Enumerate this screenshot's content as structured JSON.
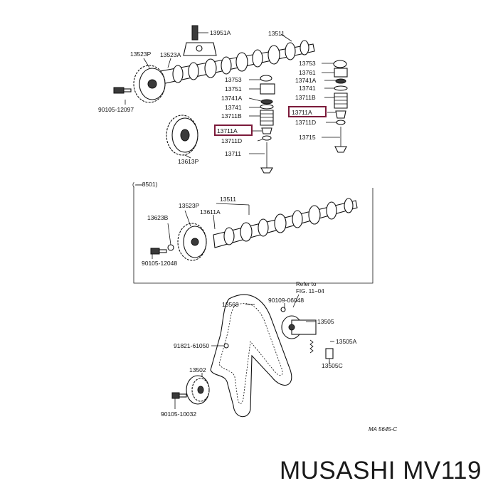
{
  "labels": {
    "l13951a": "13951A",
    "l13511_top": "13511",
    "l13523p_top": "13523P",
    "l13523a": "13523A",
    "l90105_12097": "90105-12097",
    "l13613p": "13613P",
    "l13753_mid": "13753",
    "l13751": "13751",
    "l13741a_mid": "13741A",
    "l13741_mid": "13741",
    "l13711b_mid": "13711B",
    "l13711a_mid": "13711A",
    "l13711d_mid": "13711D",
    "l13711": "13711",
    "l13753_r": "13753",
    "l13761": "13761",
    "l13741a_r": "13741A",
    "l13741_r": "13741",
    "l13711b_r": "13711B",
    "l13711a_r": "13711A",
    "l13711d_r": "13711D",
    "l13715": "13715",
    "range": "(      —8501)",
    "l13511_box": "13511",
    "l13523p_box": "13523P",
    "l13611a": "13611A",
    "l13623b": "13623B",
    "l90105_12048": "90105-12048",
    "refer_1": "Refer to",
    "refer_2": "FIG. 11−04",
    "l13568": "13568",
    "l90109_06048": "90109-06048",
    "l13505": "13505",
    "l91821_61050": "91821-61050",
    "l13505a": "13505A",
    "l13505c": "13505C",
    "l13502": "13502",
    "l90105_10032": "90105-10032",
    "fig_code": "MA 5645-C"
  },
  "brand_line": "MUSASHI MV119",
  "colors": {
    "highlight": "#7b1a3a",
    "ink": "#111111"
  }
}
